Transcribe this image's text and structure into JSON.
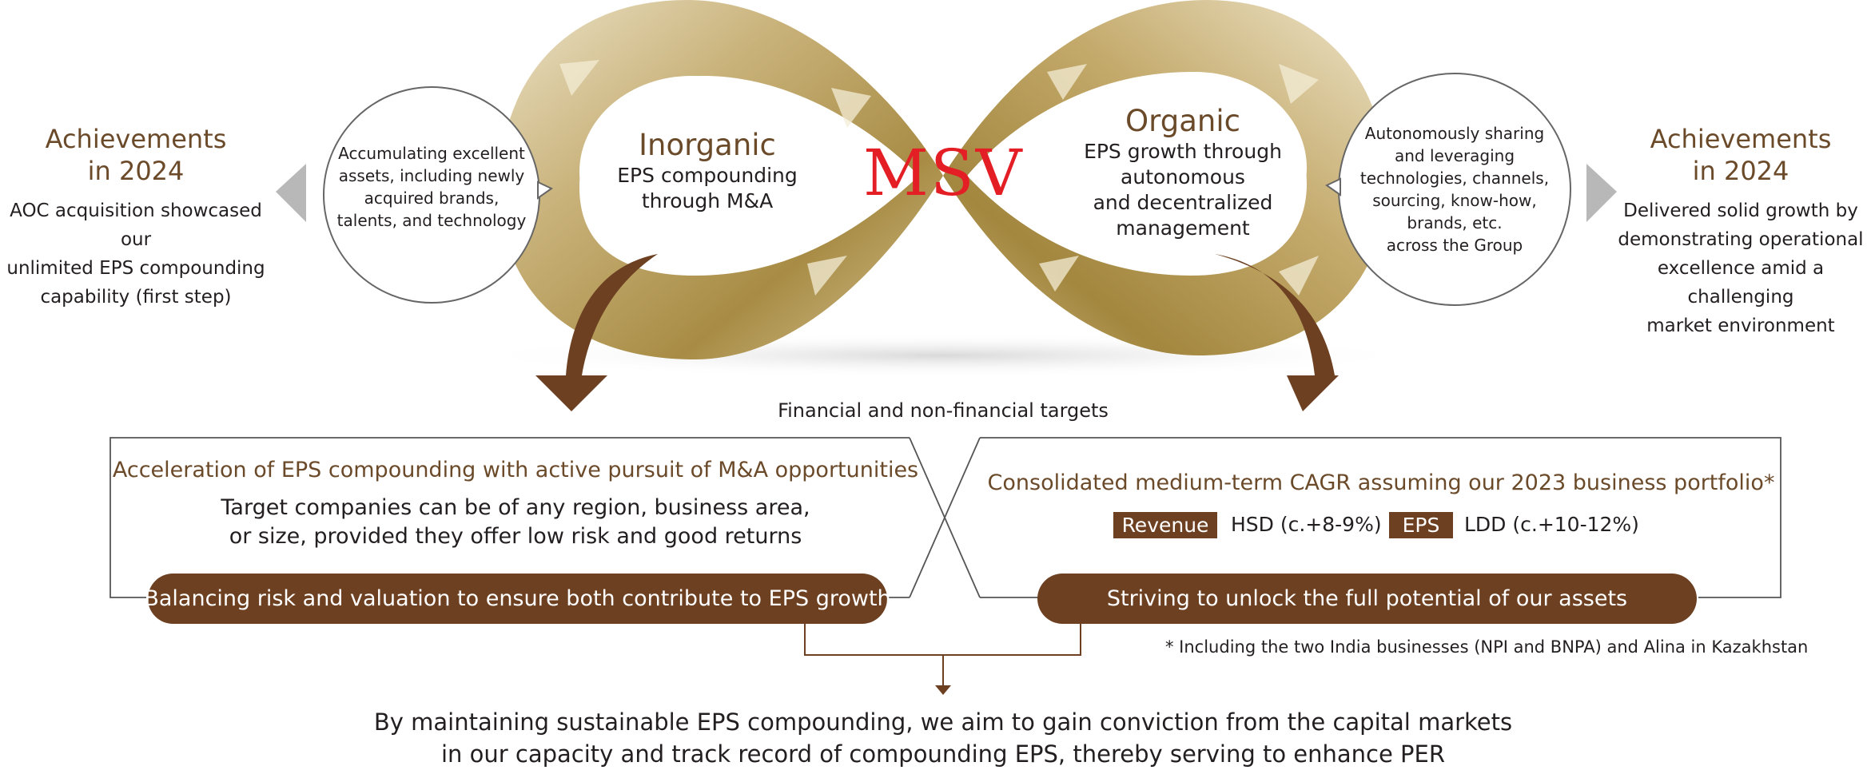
{
  "left_achievements": {
    "title_line1": "Achievements",
    "title_line2": "in 2024",
    "lines": [
      "AOC acquisition showcased our",
      "unlimited EPS compounding",
      "capability (first step)"
    ]
  },
  "right_achievements": {
    "title_line1": "Achievements",
    "title_line2": "in 2024",
    "lines": [
      "Delivered solid growth by",
      "demonstrating operational",
      "excellence amid a challenging",
      "market environment"
    ]
  },
  "left_bubble": {
    "lines": [
      "Accumulating excellent",
      "assets, including newly",
      "acquired brands,",
      "talents, and technology"
    ]
  },
  "right_bubble": {
    "lines": [
      "Autonomously sharing",
      "and leveraging",
      "technologies, channels,",
      "sourcing, know-how,",
      "brands, etc.",
      "across the Group"
    ]
  },
  "inorganic": {
    "title": "Inorganic",
    "lines": [
      "EPS compounding",
      "through M&A"
    ]
  },
  "organic": {
    "title": "Organic",
    "lines": [
      "EPS growth through",
      "autonomous",
      "and decentralized",
      "management"
    ]
  },
  "center_label": "MSV",
  "targets_label": "Financial and non-financial targets",
  "left_box": {
    "heading": "Acceleration of EPS compounding with active pursuit of M&A opportunities",
    "lines": [
      "Target companies can be of any region, business area,",
      "or size, provided they offer low risk and good returns"
    ],
    "pill": "Balancing risk and valuation to ensure both contribute to EPS growth"
  },
  "right_box": {
    "heading": "Consolidated medium-term CAGR assuming our 2023 business portfolio*",
    "revenue_tag": "Revenue",
    "revenue_value": "HSD (c.+8-9%)",
    "eps_tag": "EPS",
    "eps_value": "LDD (c.+10-12%)",
    "pill": "Striving to unlock the full potential of our assets"
  },
  "footnote": "* Including the two India businesses (NPI and BNPA) and Alina in Kazakhstan",
  "bottom": {
    "line1": "By maintaining sustainable EPS compounding, we aim to gain conviction from the capital markets",
    "line2": "in our capacity and track record of compounding EPS, thereby serving to enhance PER"
  },
  "colors": {
    "brown": "#6d4021",
    "title_brown": "#6b4a2a",
    "msv_red": "#e31e24",
    "gold": "#b79b56",
    "gray_arrow": "#b8b8b8"
  }
}
